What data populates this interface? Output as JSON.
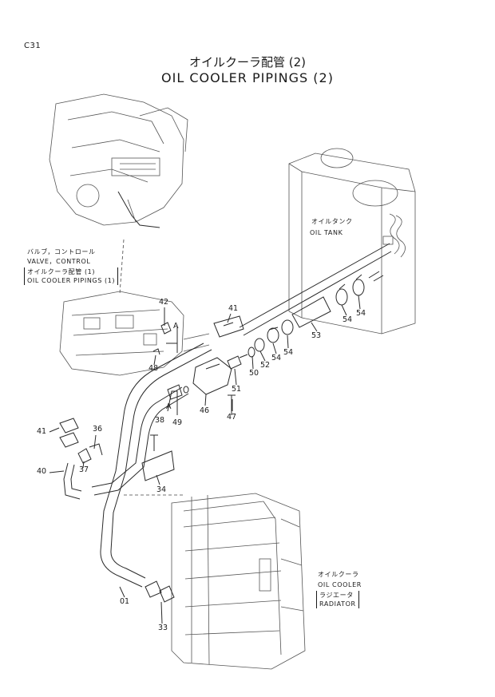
{
  "page_code": "C31",
  "title": {
    "japanese": "オイルクーラ配管 (2)",
    "english": "OIL COOLER PIPINGS (2)"
  },
  "labels": {
    "oil_tank_jp": "オイルタンク",
    "oil_tank_en": "OIL  TANK",
    "valve_jp": "バルブ，コントロール",
    "valve_en": "VALVE，CONTROL",
    "ref_jp": "オイルクーラ配管 (1)",
    "ref_en": "OIL  COOLER  PIPINGS (1)",
    "cooler_jp": "オイルクーラ",
    "cooler_en": "OIL  COOLER",
    "radiator_jp": "ラジエータ",
    "radiator_en": "RADIATOR"
  },
  "callouts": {
    "c42": "42",
    "cA1": "A",
    "c48": "48",
    "c41a": "41",
    "c51": "51",
    "c50": "50",
    "c52": "52",
    "c54a": "54",
    "c54b": "54",
    "c53": "53",
    "c54c": "54",
    "c54d": "54",
    "cA2": "A",
    "c49": "49",
    "c46": "46",
    "c47": "47",
    "c38": "38",
    "c41b": "41",
    "c36": "36",
    "c37": "37",
    "c40": "40",
    "c34": "34",
    "c01": "01",
    "c33": "33"
  }
}
